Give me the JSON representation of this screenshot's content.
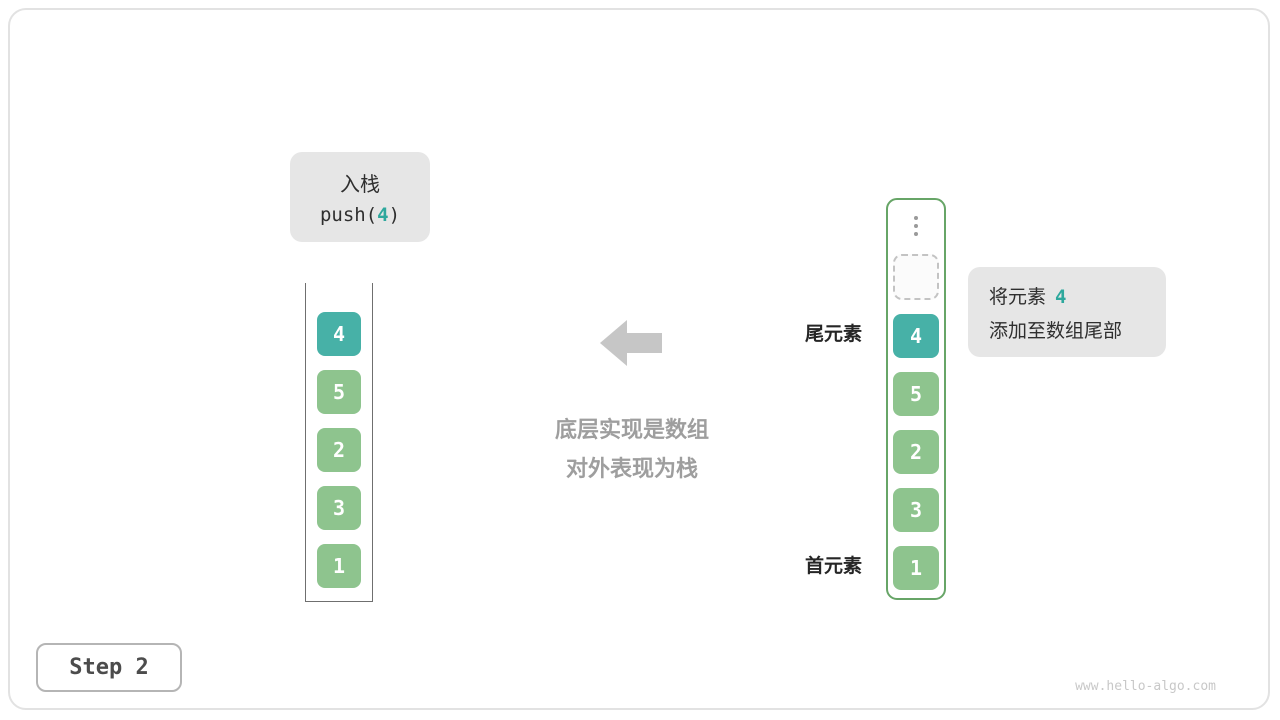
{
  "meta": {
    "step_label": "Step 2",
    "watermark": "www.hello-algo.com"
  },
  "push_box": {
    "title": "入栈",
    "code_prefix": "push(",
    "code_arg": "4",
    "code_suffix": ")"
  },
  "center": {
    "arrow_icon": "arrow-left-icon",
    "caption_line1": "底层实现是数组",
    "caption_line2": "对外表现为栈"
  },
  "left_stack": {
    "cells": [
      {
        "value": "4",
        "color": "teal"
      },
      {
        "value": "5",
        "color": "green"
      },
      {
        "value": "2",
        "color": "green"
      },
      {
        "value": "3",
        "color": "green"
      },
      {
        "value": "1",
        "color": "green"
      }
    ]
  },
  "right_stack": {
    "ellipsis_icon": "vertical-ellipsis-icon",
    "has_empty_slot": true,
    "cells": [
      {
        "value": "4",
        "color": "teal"
      },
      {
        "value": "5",
        "color": "green"
      },
      {
        "value": "2",
        "color": "green"
      },
      {
        "value": "3",
        "color": "green"
      },
      {
        "value": "1",
        "color": "green"
      }
    ],
    "tail_label": "尾元素",
    "head_label": "首元素"
  },
  "note_box": {
    "line1_prefix": "将元素",
    "highlight_value": "4",
    "line2": "添加至数组尾部"
  },
  "colors": {
    "teal_cell": "#47b1a7",
    "green_cell": "#8ec48e",
    "accent_text": "#2ea89d",
    "label_bg": "#e6e6e6",
    "caption_gray": "#9e9e9e",
    "arrow_gray": "#c6c6c6",
    "array_border_green": "#67a567",
    "card_border": "#e2e2e2"
  }
}
